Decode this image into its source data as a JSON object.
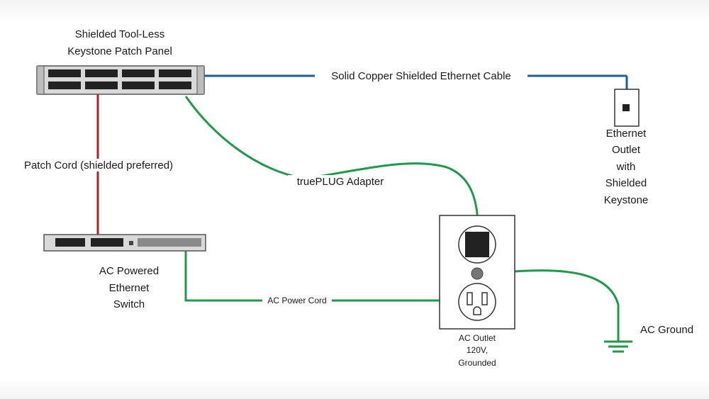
{
  "colors": {
    "ethernet_cable": "#1f5f8f",
    "patch_cord": "#b22222",
    "green_wire": "#1f9a4a",
    "panel_fill": "#d9d9d9",
    "port_fill": "#222222"
  },
  "patch_panel": {
    "label_line1": "Shielded Tool-Less",
    "label_line2": "Keystone Patch Panel"
  },
  "ethernet_cable": {
    "label": "Solid Copper Shielded Ethernet Cable"
  },
  "ethernet_outlet": {
    "label_lines": [
      "Ethernet",
      "Outlet",
      "with",
      "Shielded",
      "Keystone"
    ]
  },
  "patch_cord": {
    "label": "Patch Cord (shielded preferred)"
  },
  "adapter": {
    "label": "truePLUG Adapter"
  },
  "switch": {
    "label_lines": [
      "AC Powered",
      "Ethernet",
      "Switch"
    ]
  },
  "power_cord": {
    "label": "AC Power Cord"
  },
  "ac_outlet": {
    "label_lines": [
      "AC Outlet",
      "120V,",
      "Grounded"
    ]
  },
  "ground": {
    "label": "AC Ground"
  }
}
